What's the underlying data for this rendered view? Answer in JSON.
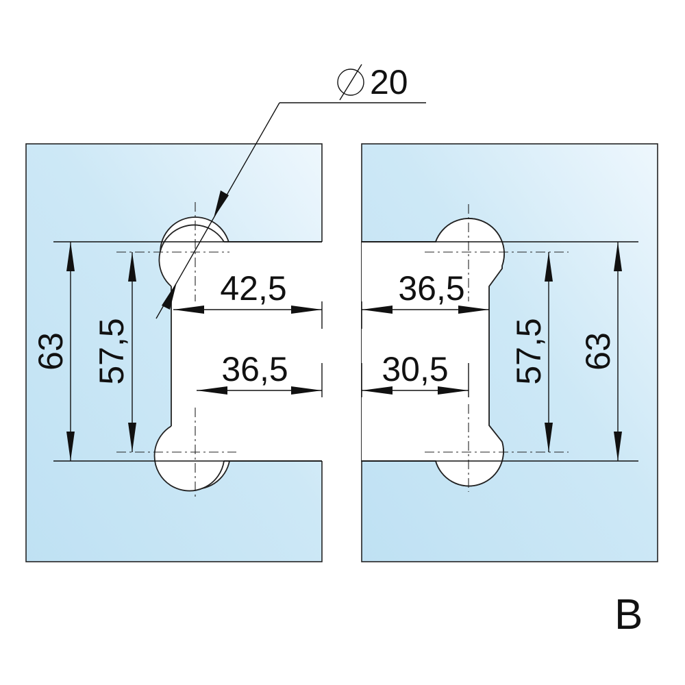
{
  "colors": {
    "glass_light": "#eef7fd",
    "glass_mid": "#cde8f6",
    "glass_dark": "#bfe1f3",
    "line": "#111111",
    "cutout": "#ffffff"
  },
  "dimensions": {
    "hole_diameter": "20",
    "diameter_symbol": "⌀",
    "left_width_top": "42,5",
    "left_width_bottom": "36,5",
    "left_height_outer": "63",
    "left_height_inner": "57,5",
    "right_width_top": "36,5",
    "right_width_bottom": "30,5",
    "right_height_inner": "57,5",
    "right_height_outer": "63"
  },
  "variant_label": "B"
}
